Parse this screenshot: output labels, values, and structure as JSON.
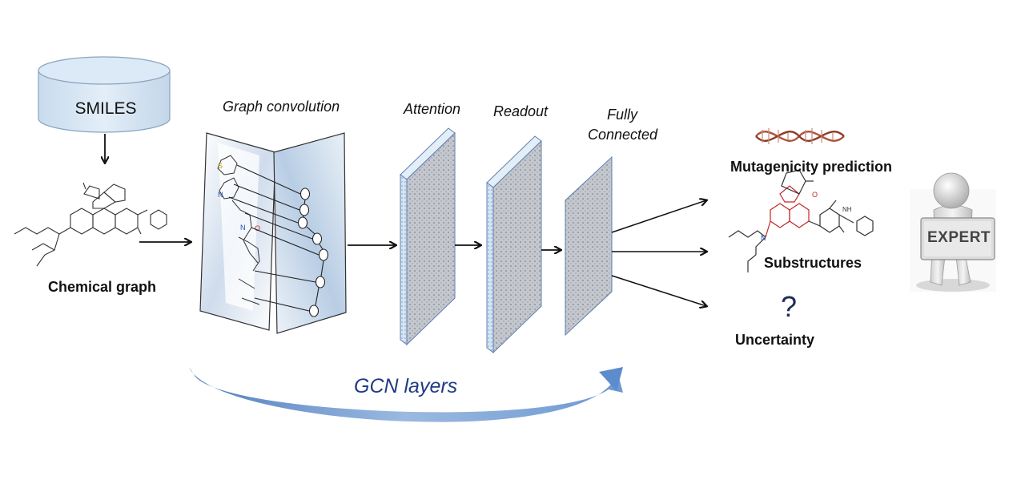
{
  "input": {
    "database_label": "SMILES",
    "graph_label": "Chemical graph"
  },
  "stages": {
    "graph_convolution": "Graph convolution",
    "attention": "Attention",
    "readout": "Readout",
    "fully_connected_line1": "Fully",
    "fully_connected_line2": "Connected"
  },
  "bottom_label": "GCN layers",
  "outputs": {
    "mutagenicity": "Mutagenicity prediction",
    "substructures": "Substructures",
    "uncertainty_symbol": "?",
    "uncertainty": "Uncertainty"
  },
  "expert": {
    "sign_text": "EXPERT"
  },
  "icons": [
    "database-icon",
    "dna-icon",
    "expert-figure-icon",
    "molecule-icon"
  ],
  "colors": {
    "accent_blue": "#1f3b86",
    "layer_face": "#c9ccd3",
    "layer_edge": "#5d7fb0",
    "highlight_red": "#c62828"
  }
}
